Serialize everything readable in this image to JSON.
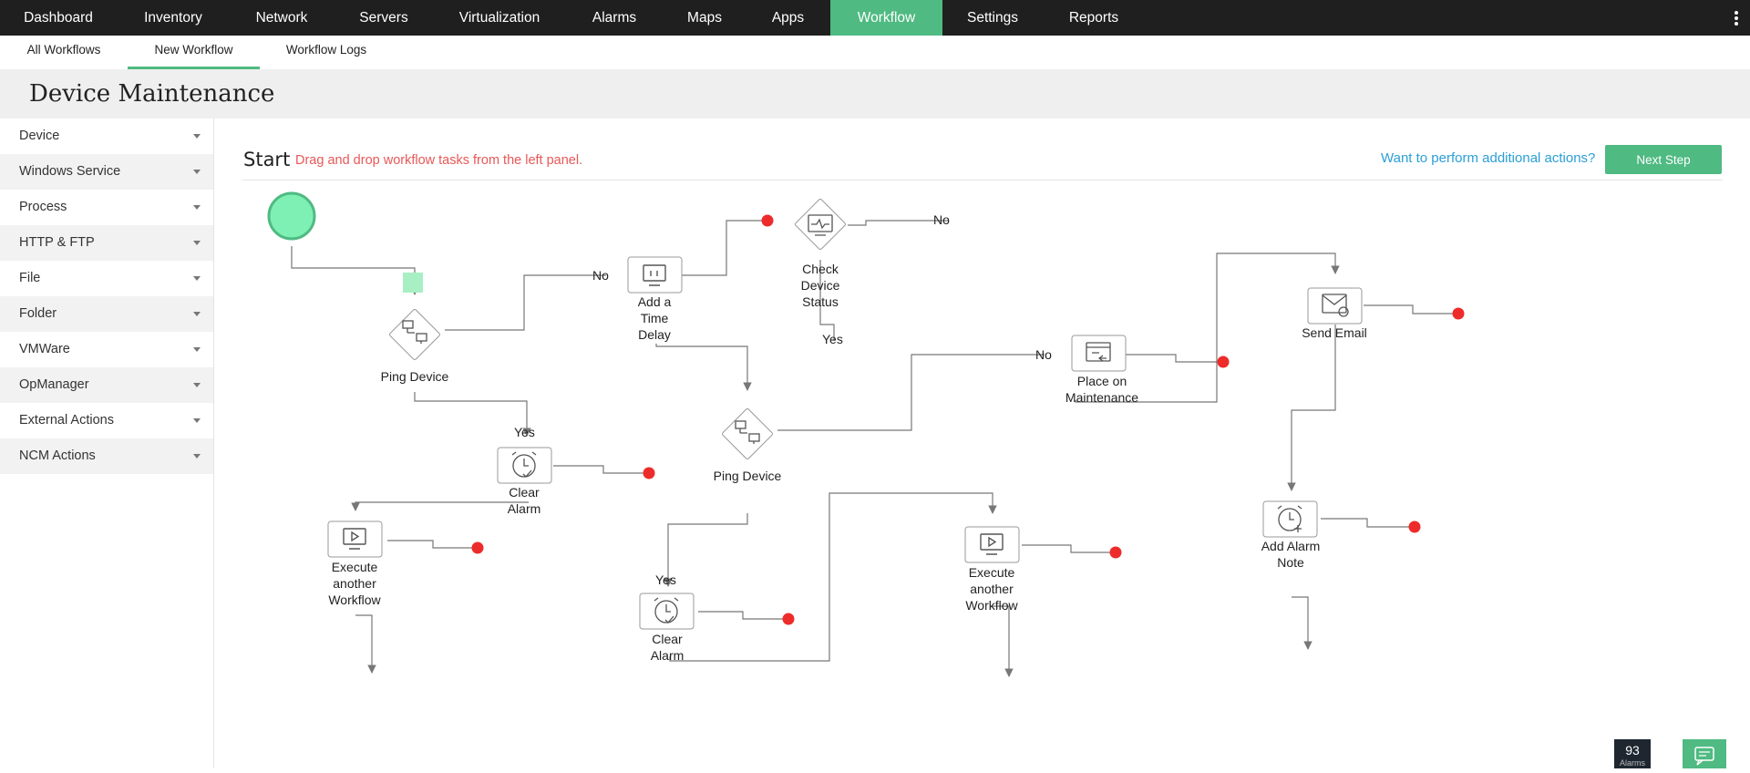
{
  "top_nav": {
    "items": [
      "Dashboard",
      "Inventory",
      "Network",
      "Servers",
      "Virtualization",
      "Alarms",
      "Maps",
      "Apps",
      "Workflow",
      "Settings",
      "Reports"
    ],
    "active": "Workflow"
  },
  "sub_nav": {
    "tabs": [
      "All Workflows",
      "New Workflow",
      "Workflow Logs"
    ],
    "active": "New Workflow"
  },
  "page": {
    "title": "Device Maintenance"
  },
  "sidebar": {
    "items": [
      "Device",
      "Windows Service",
      "Process",
      "HTTP & FTP",
      "File",
      "Folder",
      "VMWare",
      "OpManager",
      "External Actions",
      "NCM Actions"
    ]
  },
  "workflow": {
    "start_label": "Start",
    "hint": "Drag and drop workflow tasks from the left panel.",
    "additional_actions": "Want to perform additional actions?",
    "next_step": "Next Step",
    "nodes": [
      {
        "label": "Ping Device",
        "icon": "ping-device-icon"
      },
      {
        "label": "Add a Time Delay",
        "icon": "pause-icon"
      },
      {
        "label": "Check Device Status",
        "icon": "heartbeat-monitor-icon"
      },
      {
        "label": "Clear Alarm",
        "icon": "alarm-clock-check-icon"
      },
      {
        "label": "Ping Device",
        "icon": "ping-device-icon"
      },
      {
        "label": "Place on Maintenance",
        "icon": "maintenance-icon"
      },
      {
        "label": "Send Email",
        "icon": "email-icon"
      },
      {
        "label": "Execute another Workflow",
        "icon": "play-monitor-icon"
      },
      {
        "label": "Clear Alarm",
        "icon": "alarm-clock-check-icon"
      },
      {
        "label": "Execute another Workflow",
        "icon": "play-monitor-icon"
      },
      {
        "label": "Add Alarm Note",
        "icon": "alarm-clock-plus-icon"
      }
    ],
    "edge_labels": {
      "no": "No",
      "yes": "Yes"
    }
  },
  "footer": {
    "alarm_count": "93",
    "alarm_label": "Alarms"
  },
  "colors": {
    "accent": "#4fba82",
    "nav_bg": "#1f1f1f",
    "hint": "#e85757",
    "link": "#2a9fd6",
    "endpoint": "#ee2b2b"
  }
}
